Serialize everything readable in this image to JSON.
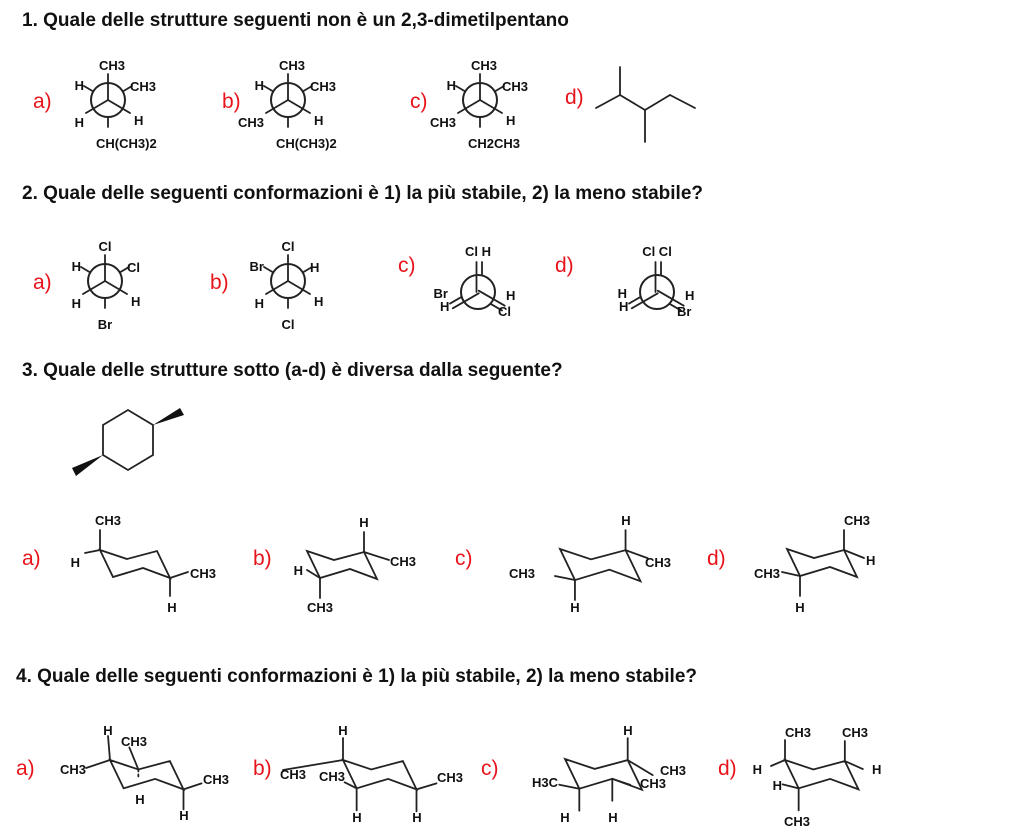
{
  "q1": {
    "title": "1. Quale delle strutture seguenti non è un 2,3-dimetilpentano",
    "a": {
      "label": "a)",
      "top": "CH3",
      "ul": "H",
      "ur": "CH3",
      "ll": "H",
      "lr": "H",
      "bottom": "CH(CH3)2"
    },
    "b": {
      "label": "b)",
      "top": "CH3",
      "ul": "H",
      "ur": "CH3",
      "ll": "CH3",
      "lr": "H",
      "bottom": "CH(CH3)2"
    },
    "c": {
      "label": "c)",
      "top": "CH3",
      "ul": "H",
      "ur": "CH3",
      "ll": "CH3",
      "lr": "H",
      "bottom": "CH2CH3"
    },
    "d": {
      "label": "d)"
    }
  },
  "q2": {
    "title": "2. Quale delle seguenti conformazioni è 1) la più stabile, 2) la meno stabile?",
    "a": {
      "label": "a)",
      "top": "Cl",
      "ul": "H",
      "ur": "Cl",
      "ll": "H",
      "lr": "H",
      "bottom": "Br"
    },
    "b": {
      "label": "b)",
      "top": "Cl",
      "ul": "Br",
      "ur": "H",
      "ll": "H",
      "lr": "H",
      "bottom": "Cl"
    },
    "c": {
      "label": "c)",
      "top": "Cl H",
      "left": "Br",
      "left2": "H",
      "right": "H",
      "right2": "Cl"
    },
    "d": {
      "label": "d)",
      "top": "Cl Cl",
      "left": "H",
      "left2": "H",
      "right": "H",
      "right2": "Br"
    }
  },
  "q3": {
    "title": "3. Quale delle strutture sotto (a-d) è diversa dalla seguente?",
    "a": {
      "label": "a)",
      "s1": "CH3",
      "s2": "H",
      "s3": "CH3",
      "s4": "H"
    },
    "b": {
      "label": "b)",
      "s1": "H",
      "s2": "CH3",
      "s3": "H",
      "s4": "CH3"
    },
    "c": {
      "label": "c)",
      "s1": "H",
      "s2": "CH3",
      "s3": "CH3",
      "s4": "H"
    },
    "d": {
      "label": "d)",
      "s1": "CH3",
      "s2": "H",
      "s3": "CH3",
      "s4": "H"
    }
  },
  "q4": {
    "title": "4. Quale delle seguenti conformazioni è 1) la più stabile, 2) la meno stabile?",
    "a": {
      "label": "a)",
      "s1": "H",
      "s2": "CH3",
      "s3": "CH3",
      "s4": "H",
      "s5": "CH3",
      "s6": "H"
    },
    "b": {
      "label": "b)",
      "s1": "H",
      "s2": "CH3",
      "s3": "CH3",
      "s4": "H",
      "s5": "CH3",
      "s6": "H"
    },
    "c": {
      "label": "c)",
      "s1": "H3C",
      "s2": "H",
      "s3": "H",
      "s4": "CH3",
      "s5": "CH3",
      "s6": "H"
    },
    "d": {
      "label": "d)",
      "s1": "CH3",
      "s2": "H",
      "s3": "CH3",
      "s4": "H",
      "s5": "H",
      "s6": "CH3"
    }
  }
}
